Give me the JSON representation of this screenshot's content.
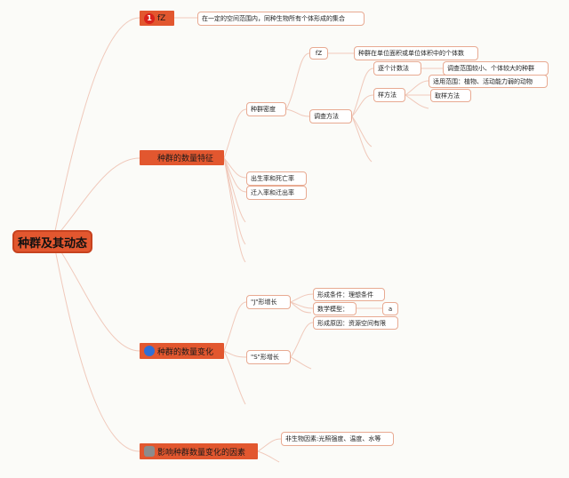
{
  "root": {
    "label": "种群及其动态"
  },
  "branches": {
    "b0": {
      "label": "fZ",
      "icon_text": "1"
    },
    "b1": {
      "label": "种群的数量特征"
    },
    "b2": {
      "label": "种群的数量变化"
    },
    "b3": {
      "label": "影响种群数量变化的因素"
    }
  },
  "nodes": {
    "def": "在一定的空间范围内，同种生物所有个体形成的集合",
    "midu": "种群密度",
    "fz2": "fZ",
    "fz2_def": "种群在单位面积或单位体积中的个体数",
    "diaocha": "调查方法",
    "zhugejishu": "逐个计数法",
    "zhugejishu_note": "调查范围较小、个体较大的种群",
    "yangfang": "样方法",
    "biaozhi_note": "适用范围：植物、活动能力弱的动物",
    "quyang": "取样方法",
    "chusheng": "出生率和死亡率",
    "qianru": "迁入率和迁出率",
    "j_growth": "\"J\"形增长",
    "j_cond": "形成条件：理想条件",
    "j_model": "数学模型：",
    "j_model_val": "a",
    "s_growth": "\"S\"形增长",
    "s_cause": "形成原因：资源空间有限",
    "feishengwu": "非生物因素:光照强度、温度、水等"
  },
  "colors": {
    "accent": "#e2572f",
    "edge": "#f0c9bb",
    "leaf_border": "#e8aa92",
    "icon_red": "#d9221b",
    "icon_blue": "#2f6fd6",
    "icon_gray": "#8c8c8c"
  },
  "icons": {
    "b0": "number-1-red-circle",
    "b2": "blue-circle",
    "b3": "gray-square"
  }
}
